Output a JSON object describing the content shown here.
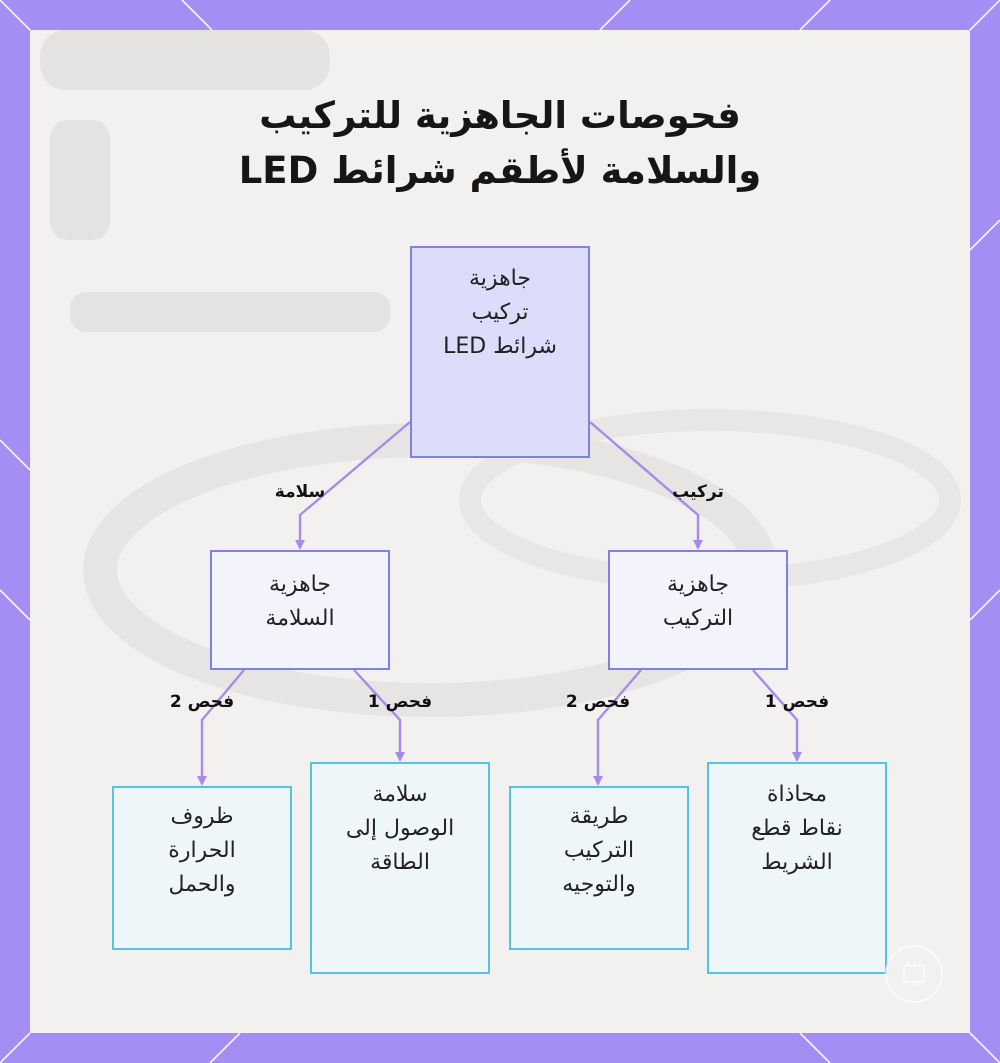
{
  "title": {
    "line1": "فحوصات الجاهزية للتركيب",
    "line2": "والسلامة لأطقم شرائط LED"
  },
  "nodes": {
    "root": [
      "جاهزية",
      "تركيب",
      "شرائط LED"
    ],
    "install": [
      "جاهزية",
      "التركيب"
    ],
    "safety": [
      "جاهزية",
      "السلامة"
    ],
    "align": [
      "محاذاة",
      "نقاط قطع",
      "الشريط"
    ],
    "method": [
      "طريقة",
      "التركيب",
      "والتوجيه"
    ],
    "power": [
      "سلامة",
      "الوصول إلى",
      "الطاقة"
    ],
    "thermal": [
      "ظروف",
      "الحرارة",
      "والحمل"
    ]
  },
  "edge_labels": {
    "install": "تركيب",
    "safety": "سلامة",
    "install_check1": "فحص 1",
    "install_check2": "فحص 2",
    "safety_check1": "فحص 1",
    "safety_check2": "فحص 2"
  },
  "colors": {
    "frame": "#a48ef4",
    "canvas": "#f2f1f0",
    "node_border": "#8080e0",
    "leaf_border": "#55c4e3",
    "edge": "#a88be8"
  },
  "icons": {
    "watermark": "chip-watermark-icon"
  }
}
